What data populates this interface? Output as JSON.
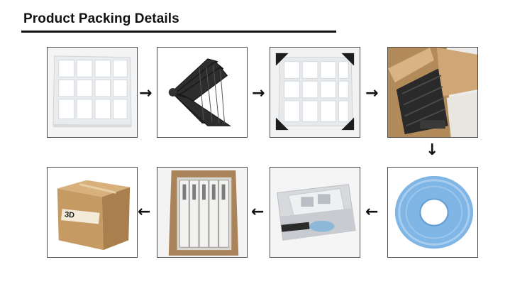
{
  "header": {
    "title": "Product Packing Details"
  },
  "steps": [
    {
      "name": "wrapped acoustic foam panel stack"
    },
    {
      "name": "black pyramid foam panels"
    },
    {
      "name": "wrapped panels with corner protectors"
    },
    {
      "name": "panels placed in carton"
    },
    {
      "name": "blue double-sided mounting tape roll"
    },
    {
      "name": "tape and instructions on top"
    },
    {
      "name": "carton filled with packed panels"
    },
    {
      "name": "sealed 3D carton"
    }
  ],
  "box_label": {
    "brand": "3D"
  },
  "colors": {
    "tape": "#7fb6e6",
    "cardboard": "#c29b67",
    "foam": "#2a2a2a"
  },
  "arrows": [
    "arrow-right",
    "arrow-right",
    "arrow-right",
    "arrow-down",
    "arrow-left",
    "arrow-left",
    "arrow-left"
  ]
}
